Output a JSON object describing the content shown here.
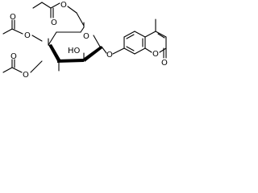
{
  "structure": {
    "atoms": {
      "o_acetyl_top_carbonyl": "O",
      "o_acetyl_top_ester": "O",
      "o_acetyl_left_carbonyl": "O",
      "o_acetyl_left_ester": "O",
      "o_acetyl_bottom_carbonyl": "O",
      "o_acetyl_bottom_ester": "O",
      "o_ring_sugar": "O",
      "o_glycosidic": "O",
      "hydroxyl": "HO",
      "o_lactone_ring": "O",
      "o_lactone_carbonyl": "O"
    }
  }
}
